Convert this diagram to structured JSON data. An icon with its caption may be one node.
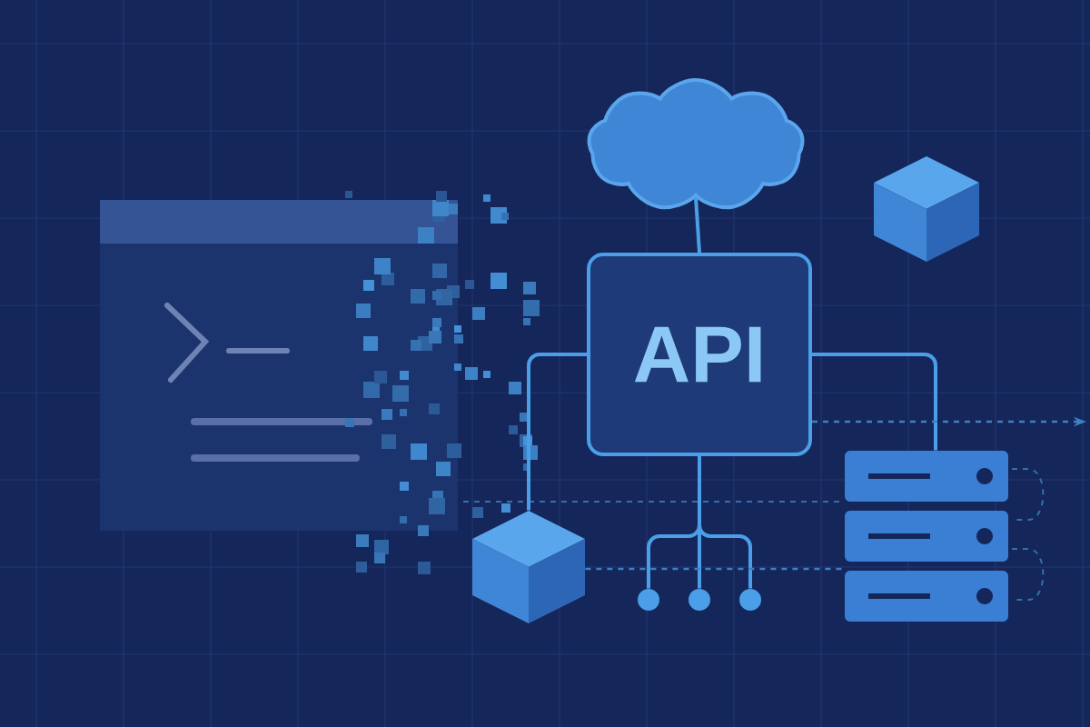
{
  "diagram": {
    "nodes": [
      {
        "text": [],
        "shape": "cloud"
      },
      {
        "text": [],
        "shape": "box"
      },
      {
        "text": [
          "API"
        ]
      },
      {
        "text": [],
        "shape": "box"
      },
      {
        "text": [],
        "shape": "picture"
      },
      {
        "text": [],
        "shape": "circle"
      },
      {
        "text": [],
        "shape": "circle"
      },
      {
        "text": [],
        "shape": "circle"
      }
    ],
    "edges": [
      {
        "from": 0,
        "to": 2,
        "arrow": "none"
      },
      {
        "from": 2,
        "to": 3,
        "arrow": "none"
      },
      {
        "from": 2,
        "to": 4,
        "arrow": "none"
      },
      {
        "from": 2,
        "to": 5,
        "arrow": "none"
      },
      {
        "from": 2,
        "to": 6,
        "arrow": "none"
      },
      {
        "from": 2,
        "to": 7,
        "arrow": "none"
      },
      {
        "from": 2,
        "to": null,
        "arrow": "to",
        "style": "dashed"
      },
      {
        "from": 3,
        "to": 4,
        "arrow": "none",
        "style": "dashed"
      }
    ]
  }
}
